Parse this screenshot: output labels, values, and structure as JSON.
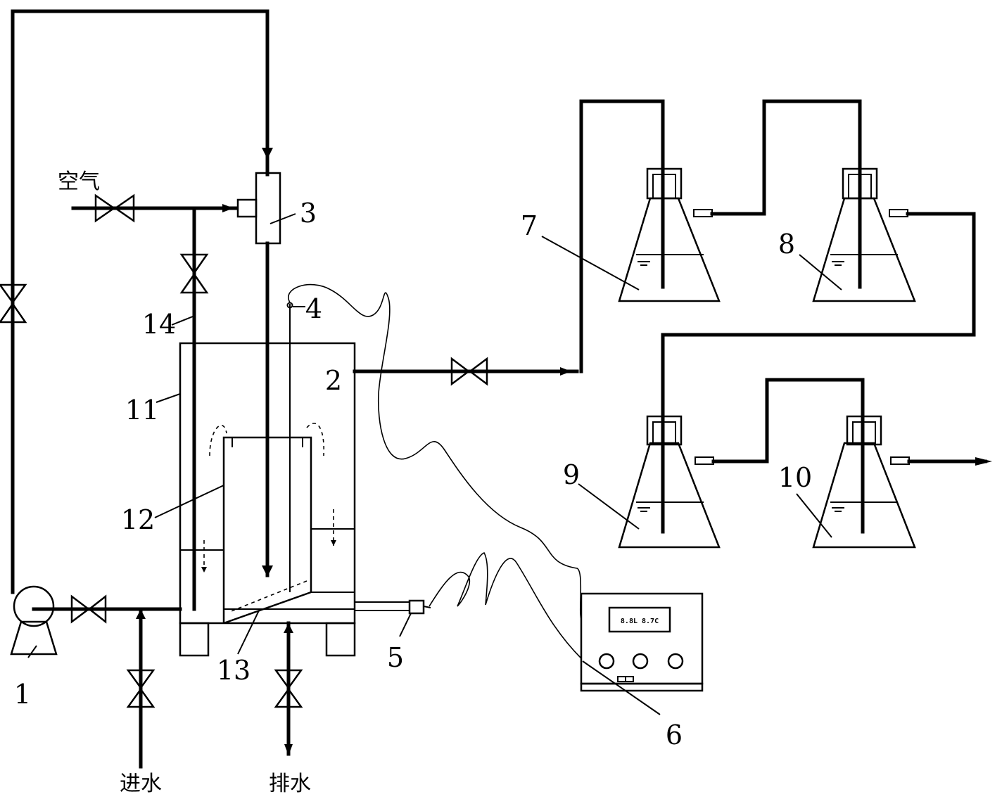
{
  "labels": {
    "n1": "1",
    "n2": "2",
    "n3": "3",
    "n4": "4",
    "n5": "5",
    "n6": "6",
    "n7": "7",
    "n8": "8",
    "n9": "9",
    "n10": "10",
    "n11": "11",
    "n12": "12",
    "n13": "13",
    "n14": "14"
  },
  "text": {
    "air": "空气",
    "inlet": "进水",
    "outlet": "排水",
    "display": "8.8L 8.7C"
  }
}
